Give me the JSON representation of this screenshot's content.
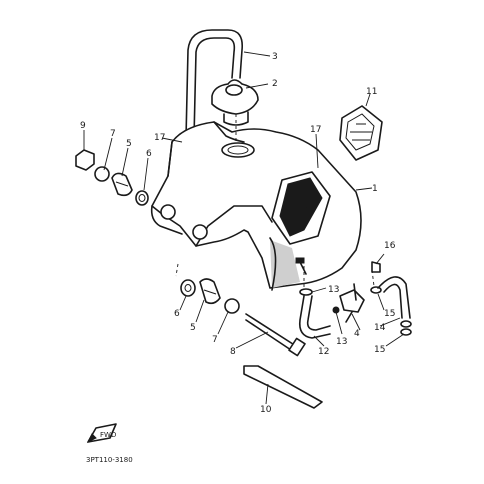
{
  "diagram": {
    "code": "3PT110-3180",
    "callouts": {
      "c1": "1",
      "c2": "2",
      "c3": "3",
      "c4": "4",
      "c5a": "5",
      "c5b": "5",
      "c6a": "6",
      "c6b": "6",
      "c7a": "7",
      "c7b": "7",
      "c8": "8",
      "c9": "9",
      "c10": "10",
      "c11": "11",
      "c12": "12",
      "c13a": "13",
      "c13b": "13",
      "c14": "14",
      "c15a": "15",
      "c15b": "15",
      "c16": "16",
      "c17a": "17",
      "c17b": "17"
    },
    "fwd_label": "FWD"
  }
}
